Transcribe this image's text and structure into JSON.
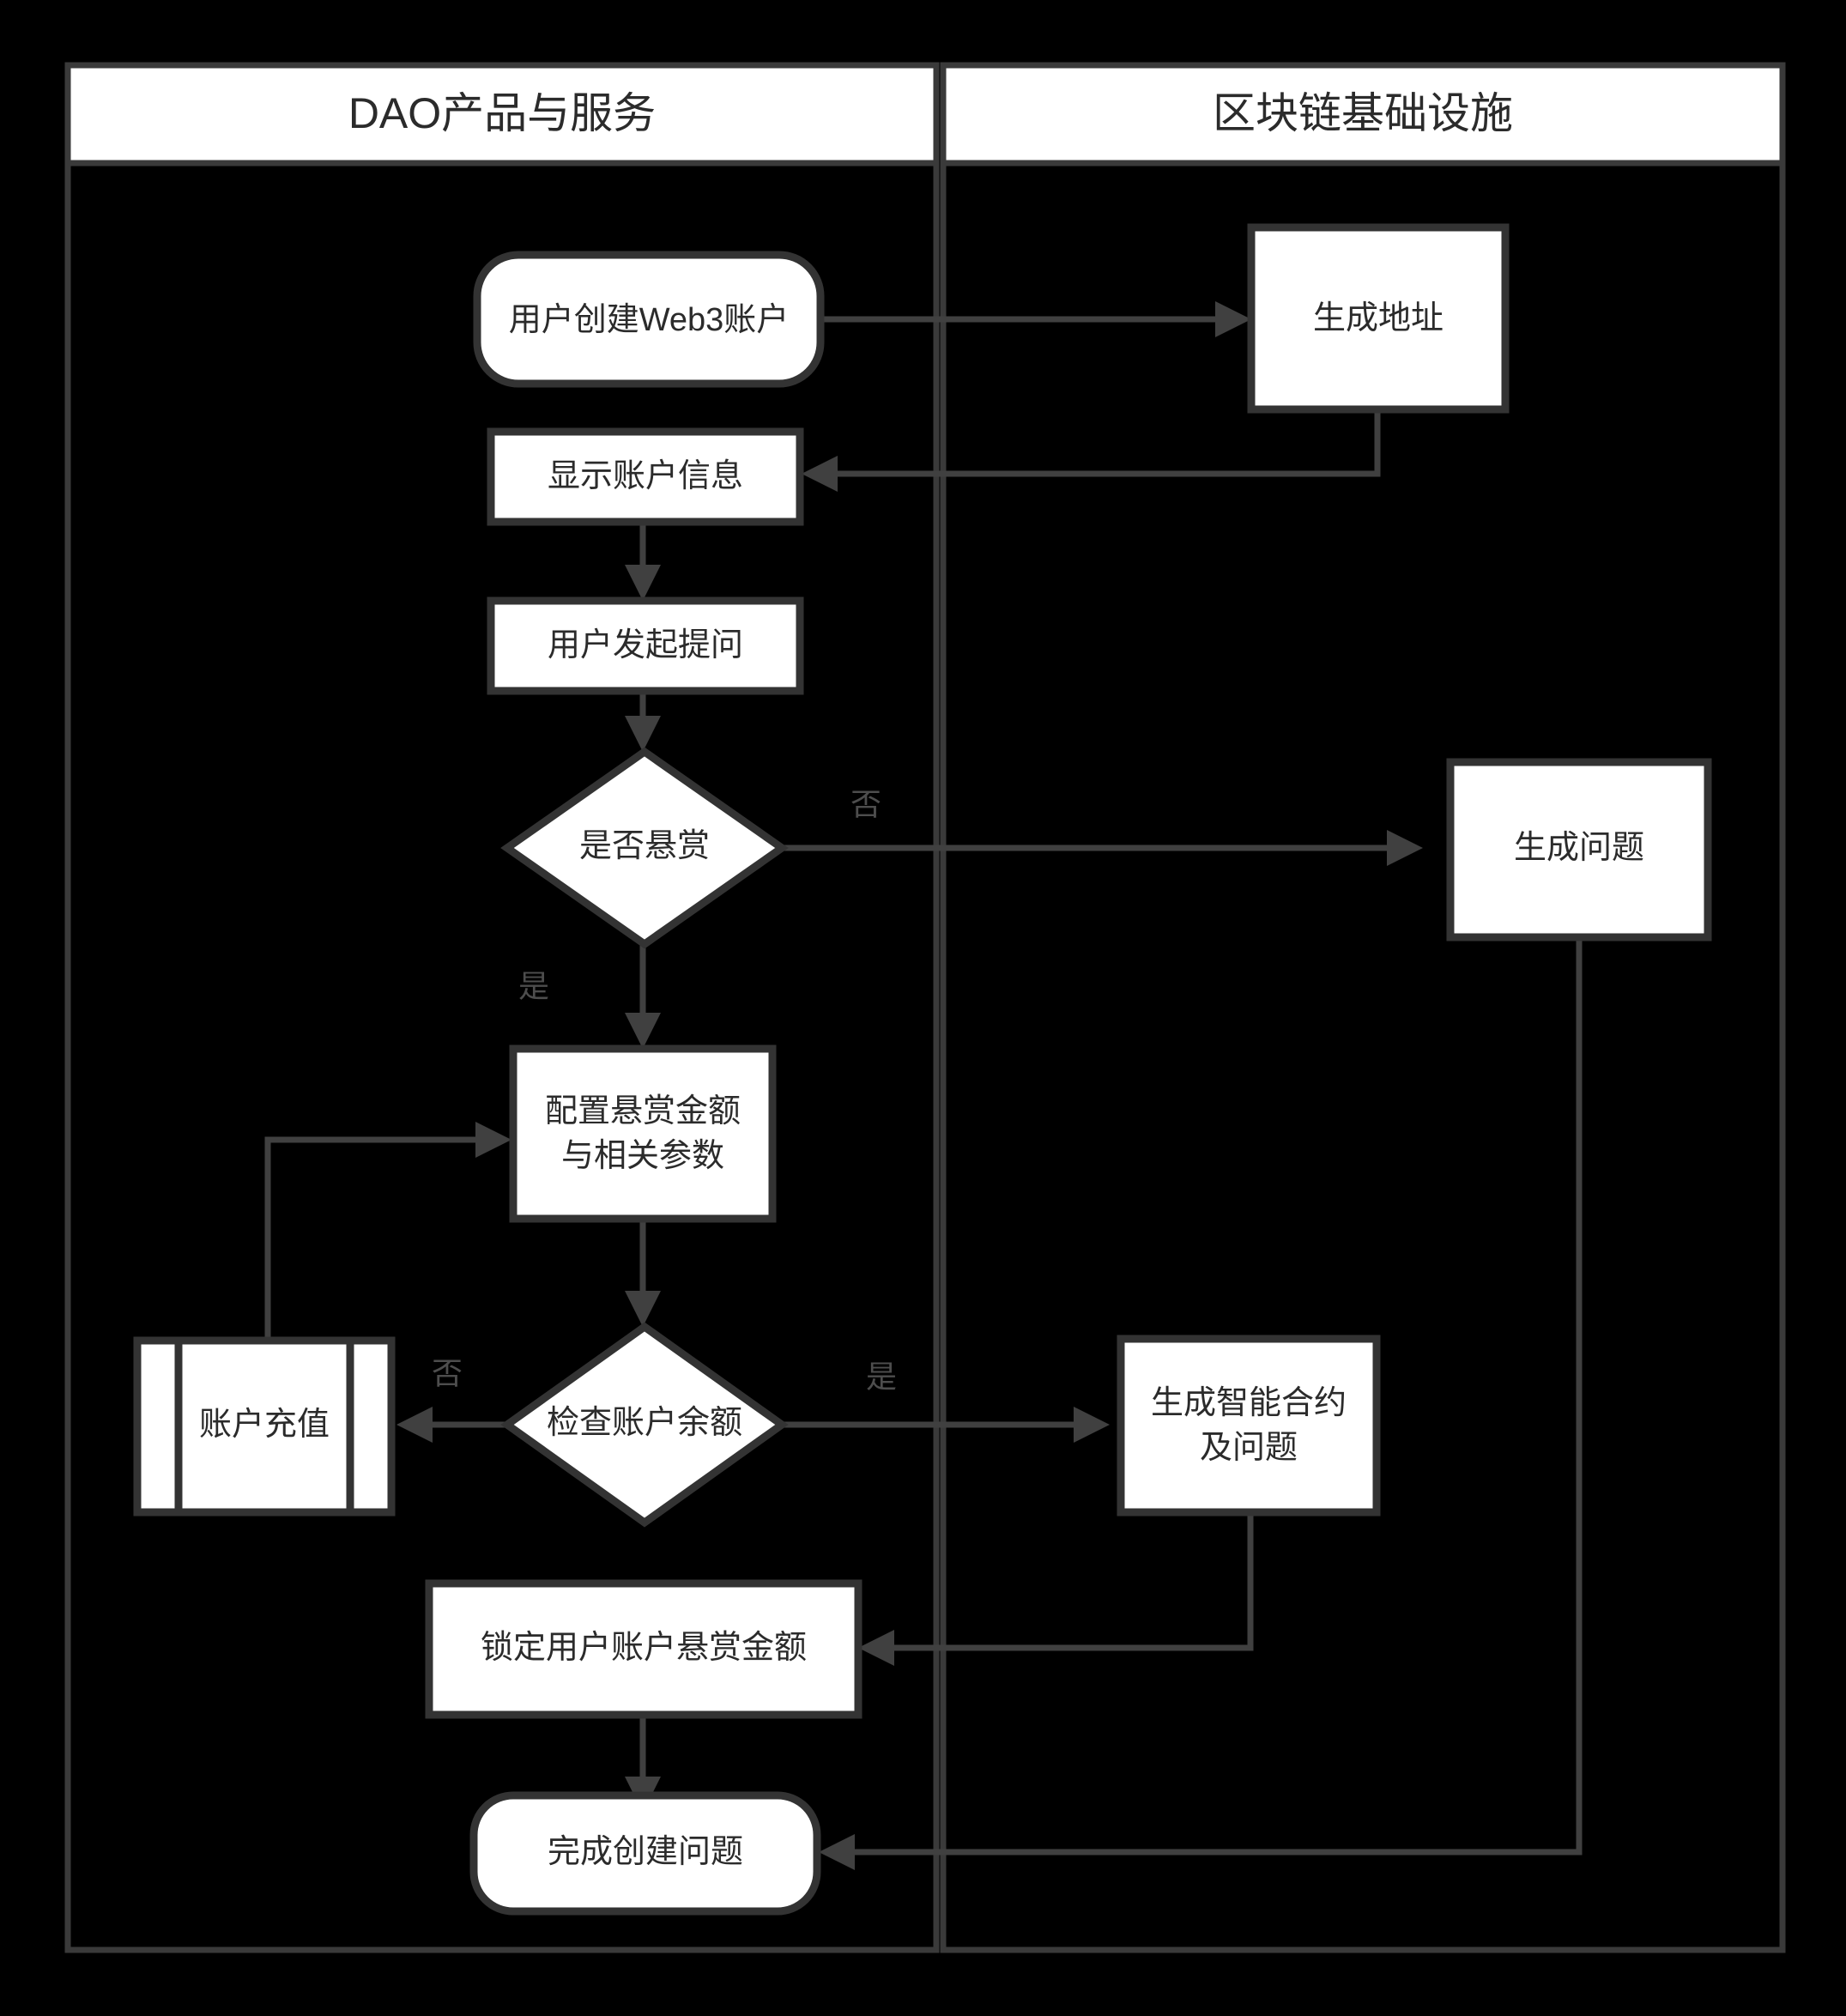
{
  "diagram": {
    "title_left": "DAO产品与服务",
    "title_right": "区块链基础设施",
    "lanes": [
      {
        "id": "lane-dao",
        "label": "DAO产品与服务"
      },
      {
        "id": "lane-chain",
        "label": "区块链基础设施"
      }
    ],
    "nodes": [
      {
        "id": "n1",
        "label": "用户创建Web3账户",
        "shape": "rounded",
        "lane": "lane-dao"
      },
      {
        "id": "n2",
        "label": "生成地址",
        "shape": "rect",
        "lane": "lane-chain"
      },
      {
        "id": "n3",
        "label": "显示账户信息",
        "shape": "rect",
        "lane": "lane-dao"
      },
      {
        "id": "n4",
        "label": "用户发起提问",
        "shape": "rect",
        "lane": "lane-dao"
      },
      {
        "id": "n5",
        "label": "是否悬赏",
        "shape": "diamond",
        "lane": "lane-dao"
      },
      {
        "id": "n6",
        "label": "生成问题",
        "shape": "rect",
        "lane": "lane-chain"
      },
      {
        "id": "n7_line1",
        "label": "配置悬赏金额",
        "shape": "rect",
        "lane": "lane-dao"
      },
      {
        "id": "n7_line2",
        "label": "与相关参数",
        "shape": "rect",
        "lane": "lane-dao"
      },
      {
        "id": "n8",
        "label": "账户充值",
        "shape": "predefined-process",
        "lane": "lane-dao"
      },
      {
        "id": "n9",
        "label": "检查账户余额",
        "shape": "diamond",
        "lane": "lane-dao"
      },
      {
        "id": "n10_line1",
        "label": "生成智能合约",
        "shape": "rect",
        "lane": "lane-chain"
      },
      {
        "id": "n10_line2",
        "label": "及问题",
        "shape": "rect",
        "lane": "lane-chain"
      },
      {
        "id": "n11",
        "label": "锁定用户账户悬赏金额",
        "shape": "rect",
        "lane": "lane-dao"
      },
      {
        "id": "n12",
        "label": "完成创建问题",
        "shape": "rounded",
        "lane": "lane-dao"
      }
    ],
    "edge_labels": {
      "reward_no": "否",
      "reward_yes": "是",
      "balance_no": "否",
      "balance_yes": "是"
    },
    "colors": {
      "background": "#000000",
      "node_fill": "#ffffff",
      "node_stroke": "#333333",
      "edge": "#404040",
      "text": "#2b2b2b",
      "label_text": "#4d4d4d"
    }
  }
}
